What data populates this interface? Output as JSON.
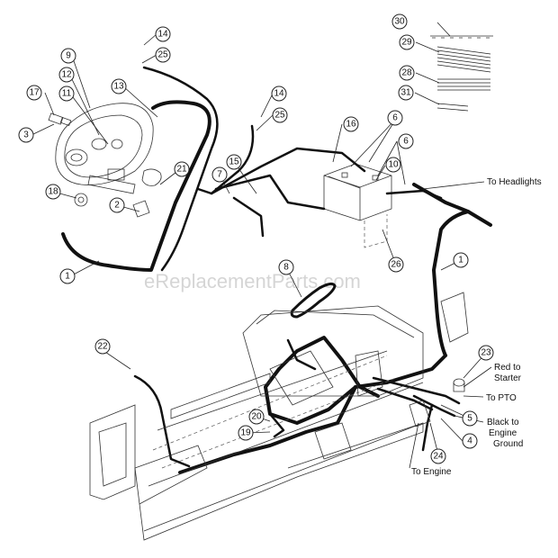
{
  "diagram": {
    "watermark": "eReplacementParts.com",
    "labels": {
      "to_headlights": "To Headlights",
      "red_to": "Red to",
      "starter": "Starter",
      "to_pto": "To PTO",
      "black_to": "Black to",
      "engine": "Engine",
      "ground": "Ground",
      "to_engine": "To Engine"
    },
    "callouts": [
      "14",
      "25",
      "9",
      "12",
      "11",
      "17",
      "3",
      "13",
      "14",
      "25",
      "16",
      "6",
      "6",
      "10",
      "15",
      "21",
      "7",
      "18",
      "2",
      "1",
      "8",
      "1",
      "26",
      "30",
      "29",
      "28",
      "31",
      "22",
      "23",
      "5",
      "20",
      "19",
      "4",
      "24"
    ]
  }
}
